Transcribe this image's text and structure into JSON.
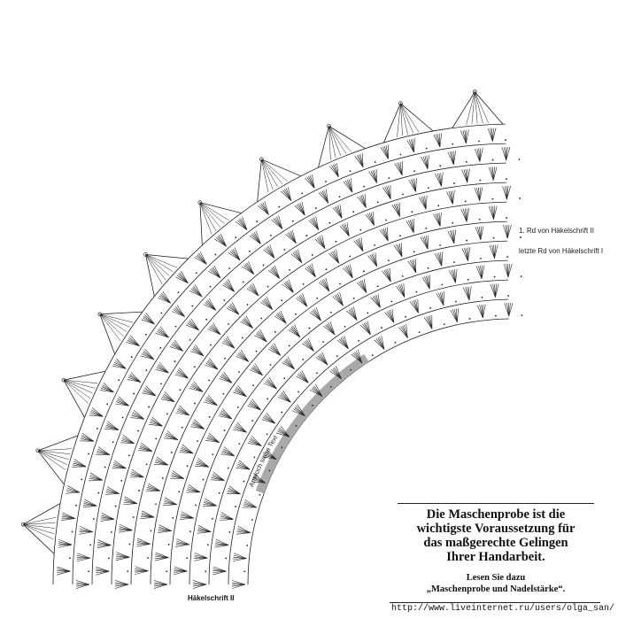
{
  "labels": {
    "round1": "1. Rd von Häkelschrift II",
    "last_round": "letzte Rd von Häkelschrift I",
    "bottom": "Häkelschrift II",
    "armhole": "Armloch siehe Text"
  },
  "info": {
    "headline_1": "Die Maschenprobe ist die",
    "headline_2": "wichtigste Voraussetzung für",
    "headline_3": "das maßgerechte Gelingen",
    "headline_4": "Ihrer Handarbeit.",
    "sub_1": "Lesen Sie dazu",
    "sub_2": "„Maschenprobe und Nadelstärke“."
  },
  "watermark": "http://www.liveinternet.ru/users/olga_san/",
  "colors": {
    "ink": "#222222",
    "armhole_band": "#a9a9a9",
    "background": "#ffffff"
  }
}
